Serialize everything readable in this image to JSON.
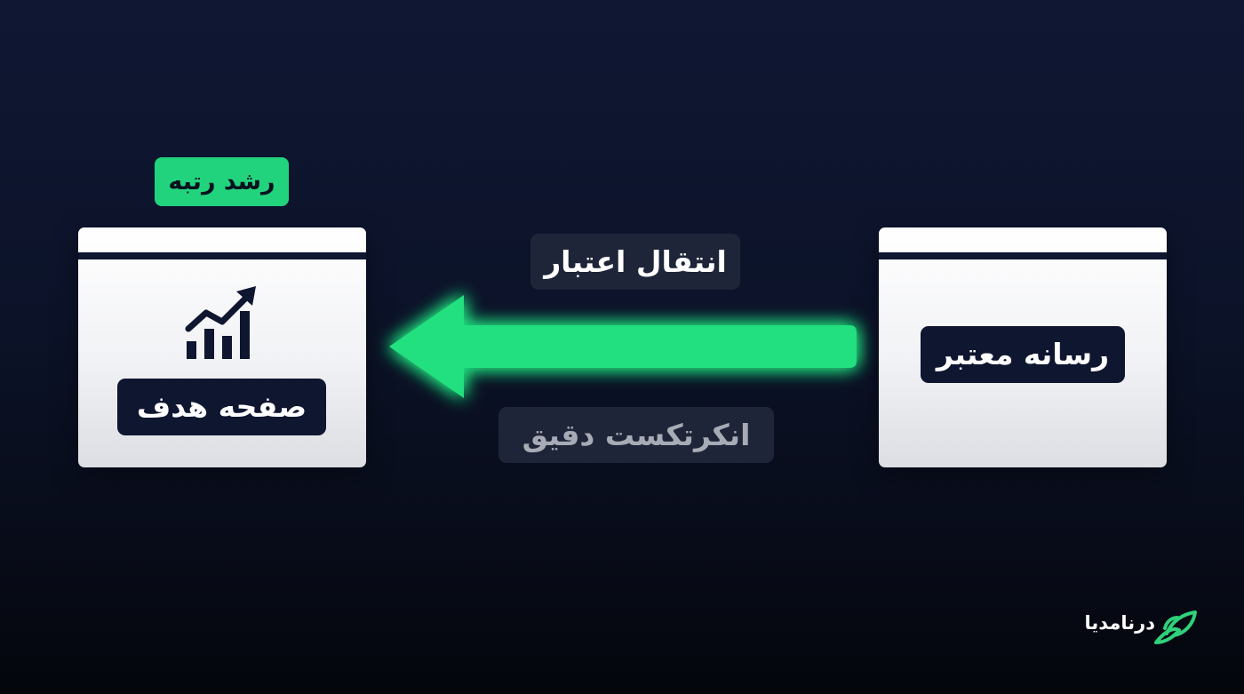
{
  "badge": {
    "rank_growth": "رشد رتبه"
  },
  "target": {
    "label": "صفحه هدف",
    "icon": "growth-chart-icon"
  },
  "source": {
    "label": "رسانه معتبر"
  },
  "arrow": {
    "top_label": "انتقال اعتبار",
    "bottom_label": "انکرتکست دقیق",
    "color": "#22e07f",
    "direction": "right-to-left"
  },
  "logo": {
    "text": "درنامدیا",
    "icon": "leaf-logo-icon"
  },
  "colors": {
    "background": "#0d142c",
    "card": "#f3f4f6",
    "label_dark": "#0f1630",
    "accent_green": "#22d37d",
    "pill": "#1e2538"
  }
}
